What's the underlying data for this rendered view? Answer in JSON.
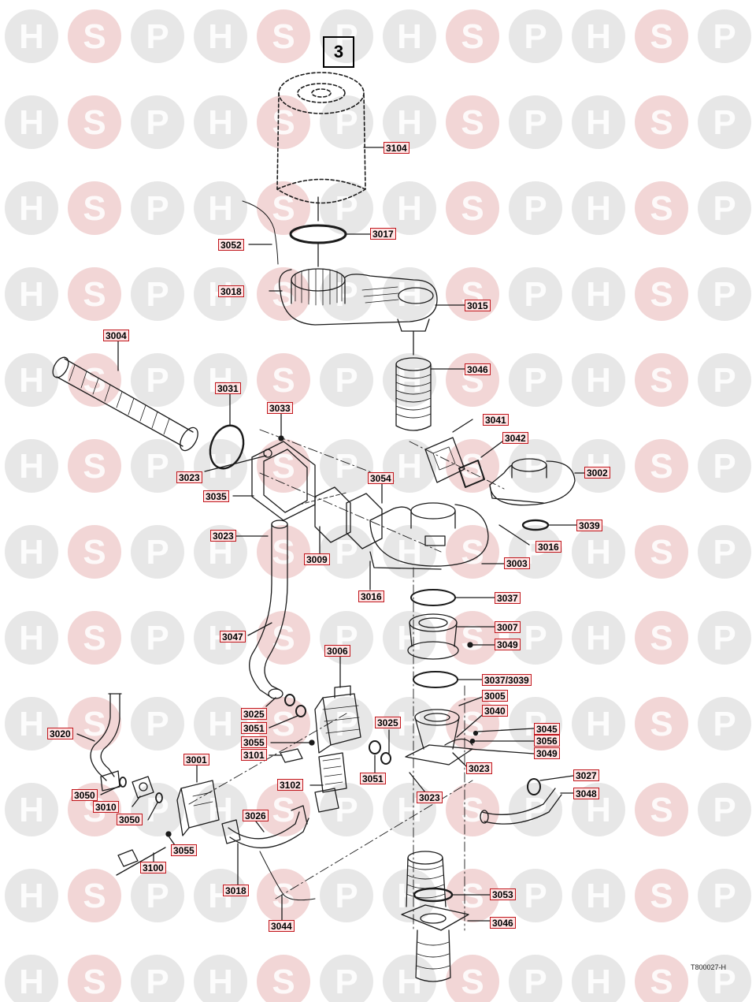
{
  "section_number": "3",
  "drawing_number": "T800027-H",
  "watermark": {
    "letters": [
      "H",
      "S",
      "P"
    ],
    "colors": {
      "H": "#d4d4d4",
      "S": "#e7b5b5",
      "P": "#d4d4d4"
    }
  },
  "label_style": {
    "border": "#c0161c",
    "fill": "#ffe4e4",
    "text": "#000000"
  },
  "parts": [
    {
      "ref": "3104"
    },
    {
      "ref": "3017"
    },
    {
      "ref": "3052"
    },
    {
      "ref": "3018"
    },
    {
      "ref": "3015"
    },
    {
      "ref": "3004"
    },
    {
      "ref": "3046"
    },
    {
      "ref": "3031"
    },
    {
      "ref": "3033"
    },
    {
      "ref": "3041"
    },
    {
      "ref": "3042"
    },
    {
      "ref": "3002"
    },
    {
      "ref": "3023"
    },
    {
      "ref": "3035"
    },
    {
      "ref": "3054"
    },
    {
      "ref": "3039"
    },
    {
      "ref": "3016"
    },
    {
      "ref": "3023"
    },
    {
      "ref": "3009"
    },
    {
      "ref": "3003"
    },
    {
      "ref": "3016"
    },
    {
      "ref": "3037"
    },
    {
      "ref": "3047"
    },
    {
      "ref": "3007"
    },
    {
      "ref": "3049"
    },
    {
      "ref": "3006"
    },
    {
      "ref": "3037/3039"
    },
    {
      "ref": "3005"
    },
    {
      "ref": "3025"
    },
    {
      "ref": "3040"
    },
    {
      "ref": "3051"
    },
    {
      "ref": "3025"
    },
    {
      "ref": "3045"
    },
    {
      "ref": "3020"
    },
    {
      "ref": "3055"
    },
    {
      "ref": "3056"
    },
    {
      "ref": "3101"
    },
    {
      "ref": "3049"
    },
    {
      "ref": "3001"
    },
    {
      "ref": "3023"
    },
    {
      "ref": "3027"
    },
    {
      "ref": "3102"
    },
    {
      "ref": "3051"
    },
    {
      "ref": "3050"
    },
    {
      "ref": "3048"
    },
    {
      "ref": "3010"
    },
    {
      "ref": "3023"
    },
    {
      "ref": "3050"
    },
    {
      "ref": "3026"
    },
    {
      "ref": "3055"
    },
    {
      "ref": "3100"
    },
    {
      "ref": "3018"
    },
    {
      "ref": "3053"
    },
    {
      "ref": "3044"
    },
    {
      "ref": "3046"
    }
  ]
}
